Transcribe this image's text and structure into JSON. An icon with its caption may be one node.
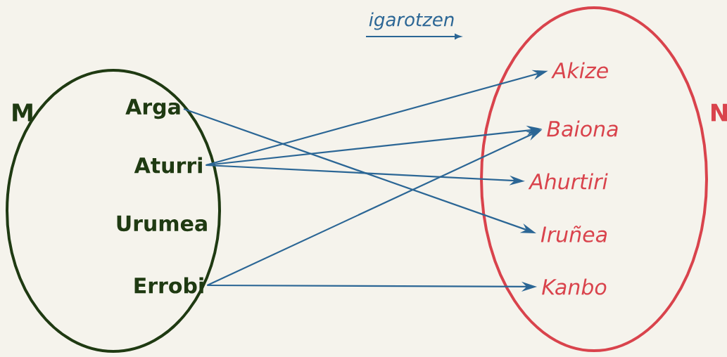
{
  "diagram": {
    "nodes": [
      {
        "text": [
          "M"
        ]
      },
      {
        "text": [
          "N"
        ]
      },
      {
        "text": [
          "Arga"
        ],
        "in": 0
      },
      {
        "text": [
          "Aturri"
        ],
        "in": 0
      },
      {
        "text": [
          "Urumea"
        ],
        "in": 0
      },
      {
        "text": [
          "Errobi"
        ],
        "in": 0
      },
      {
        "text": [
          "Akize"
        ],
        "in": 1
      },
      {
        "text": [
          "Baiona"
        ],
        "in": 1
      },
      {
        "text": [
          "Ahurtiri"
        ],
        "in": 1
      },
      {
        "text": [
          "Iruñea"
        ],
        "in": 1
      },
      {
        "text": [
          "Kanbo"
        ],
        "in": 1
      }
    ],
    "edges": [
      {
        "from": 2,
        "to": 9,
        "arrow": "to"
      },
      {
        "from": 3,
        "to": 6,
        "arrow": "to"
      },
      {
        "from": 3,
        "to": 7,
        "arrow": "to"
      },
      {
        "from": 3,
        "to": 8,
        "arrow": "to"
      },
      {
        "from": 5,
        "to": 7,
        "arrow": "to"
      },
      {
        "from": 5,
        "to": 10,
        "arrow": "to"
      }
    ],
    "labels": [
      "igarotzen"
    ]
  }
}
